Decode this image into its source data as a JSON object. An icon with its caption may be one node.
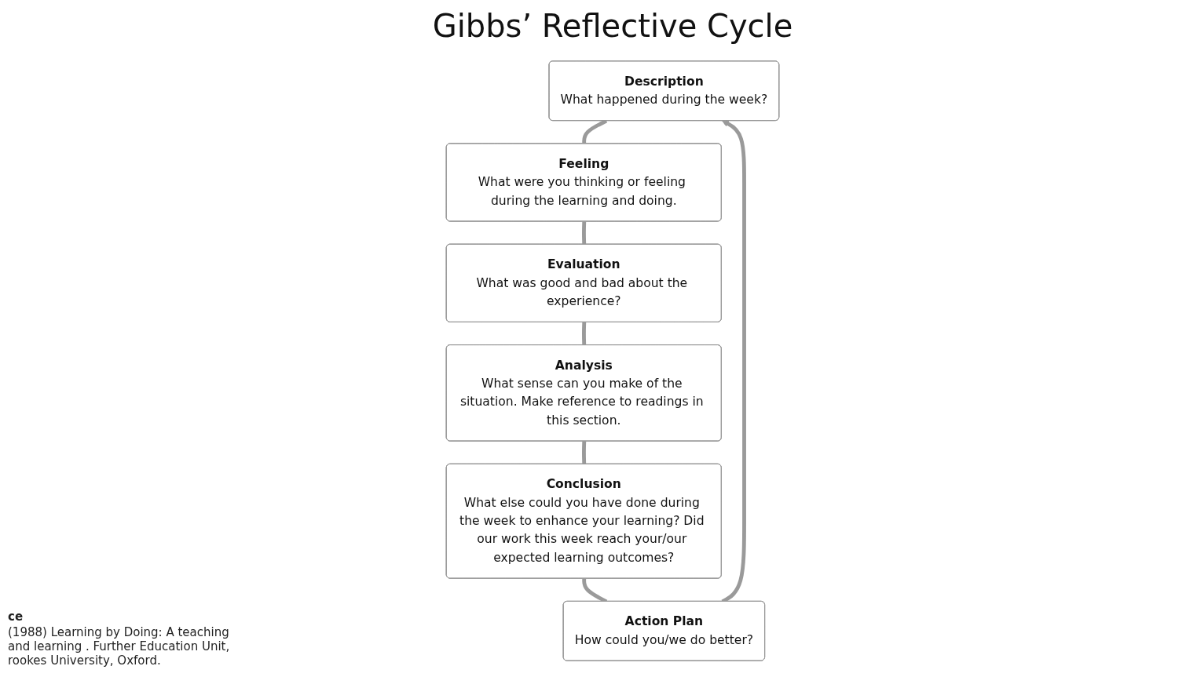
{
  "diagram": {
    "title": "Gibbs’ Reflective Cycle",
    "nodes": [
      {
        "text": [
          "Description",
          "What happened during the week?"
        ]
      },
      {
        "text": [
          "Feeling",
          "What were you thinking or feeling during the learning and doing."
        ]
      },
      {
        "text": [
          "Evaluation",
          "What was good and bad about the experience?"
        ]
      },
      {
        "text": [
          "Analysis",
          "What sense can you make of the situation. Make reference to readings in this section."
        ]
      },
      {
        "text": [
          "Conclusion",
          "What else could you have done during the week to enhance your learning? Did our work this week reach your/our expected learning outcomes?"
        ]
      },
      {
        "text": [
          "Action Plan",
          "How could you/we do better?"
        ]
      }
    ],
    "edges": [
      {
        "from": 0,
        "to": 1,
        "arrow": "none"
      },
      {
        "from": 1,
        "to": 2,
        "arrow": "none"
      },
      {
        "from": 2,
        "to": 3,
        "arrow": "none"
      },
      {
        "from": 3,
        "to": 4,
        "arrow": "none"
      },
      {
        "from": 4,
        "to": 5,
        "arrow": "none"
      },
      {
        "from": 5,
        "to": 0,
        "arrow": "to"
      }
    ],
    "labels": [
      "ce",
      "(1988) Learning by Doing: A teaching and learning . Further Education Unit, rookes University, Oxford."
    ]
  }
}
